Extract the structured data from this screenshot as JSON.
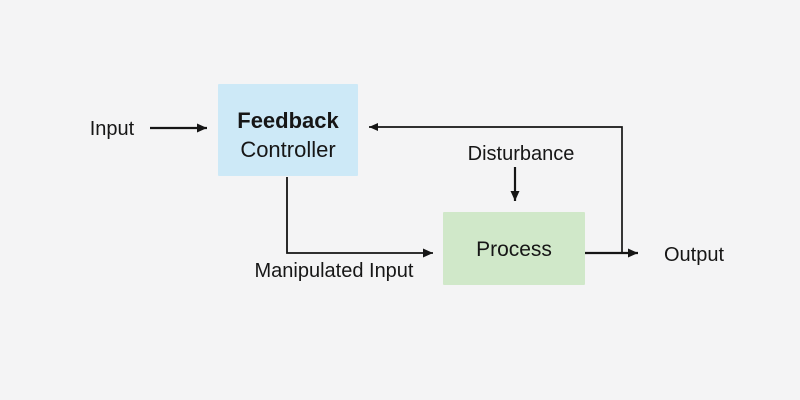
{
  "colors": {
    "background": "#f4f4f5",
    "controller_fill": "#cde9f7",
    "process_fill": "#d0e8c9",
    "line": "#151515",
    "text": "#161616"
  },
  "diagram": {
    "nodes": {
      "controller": {
        "line1": "Feedback",
        "line2": "Controller"
      },
      "process": {
        "label": "Process"
      }
    },
    "labels": {
      "input": "Input",
      "disturbance": "Disturbance",
      "manipulated_input": "Manipulated Input",
      "output": "Output"
    },
    "edges": [
      {
        "name": "input-to-controller",
        "from": "Input",
        "to": "Feedback Controller"
      },
      {
        "name": "controller-to-process",
        "from": "Feedback Controller",
        "to": "Process",
        "label": "Manipulated Input"
      },
      {
        "name": "disturbance-to-process",
        "from": "Disturbance",
        "to": "Process"
      },
      {
        "name": "process-to-output",
        "from": "Process",
        "to": "Output"
      },
      {
        "name": "feedback-loop",
        "from": "Output line",
        "to": "Feedback Controller"
      }
    ]
  }
}
